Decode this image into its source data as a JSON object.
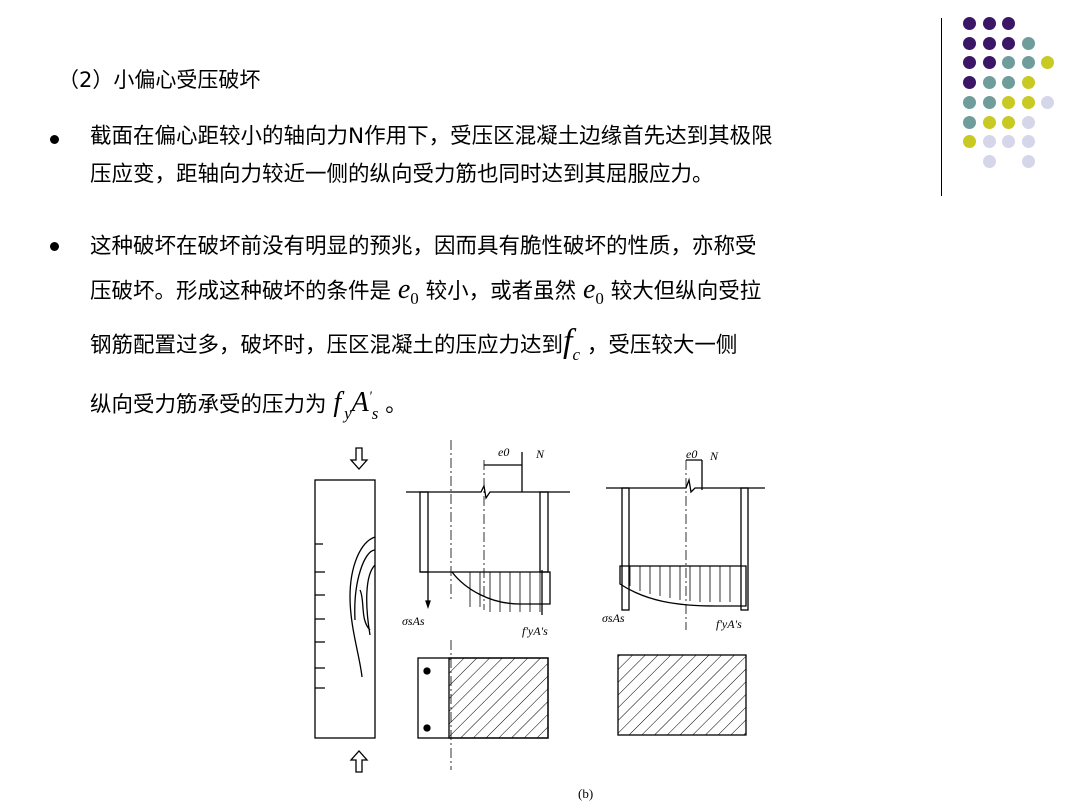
{
  "heading": "（2）小偏心受压破坏",
  "bullets": [
    {
      "line1": "截面在偏心距较小的轴向力N作用下，受压区混凝土边缘首先达到其极限",
      "line2": "压应变，距轴向力较近一侧的纵向受力筋也同时达到其屈服应力。"
    },
    {
      "line1": "这种破坏在破坏前没有明显的预兆，因而具有脆性破坏的性质，亦称受",
      "line2a": "压破坏。形成这种破坏的条件是 ",
      "line2b": " 较小，或者虽然 ",
      "line2c": " 较大但纵向受拉",
      "line3a": "钢筋配置过多，破坏时，压区混凝土的压应力达到",
      "line3b": " ，受压较大一侧",
      "line4a": "纵向受力筋承受的压力为 ",
      "line4b": " 。"
    }
  ],
  "math": {
    "e": "e",
    "zero": "0",
    "f": "f",
    "c": "c",
    "y": "y",
    "A": "A",
    "s": "s",
    "prime": "'"
  },
  "figure": {
    "e0": "e0",
    "N": "N",
    "sigma_label": "σsAs",
    "fy_label": "f'yA's",
    "caption": "(b)"
  },
  "colors": {
    "purple": "#3b1667",
    "teal": "#6f9d9b",
    "yellow": "#c9c924",
    "lavender": "#d6d6ea"
  }
}
